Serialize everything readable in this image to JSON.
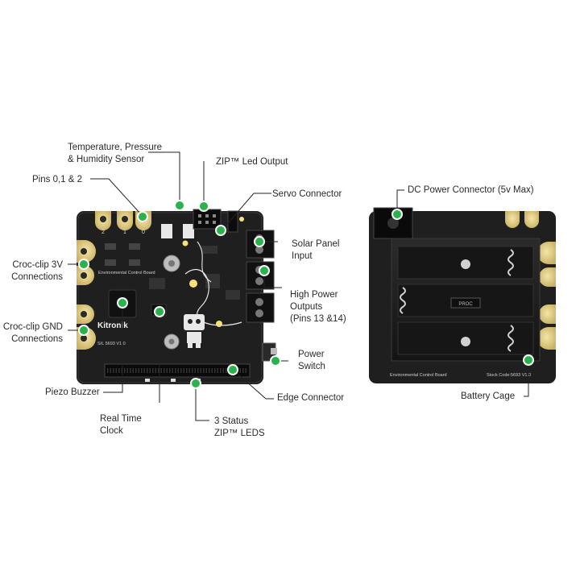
{
  "labels": {
    "temp_sensor": "Temperature, Pressure\n& Humidity Sensor",
    "zip_output": "ZIP™ Led Output",
    "pins": "Pins 0,1 & 2",
    "servo": "Servo Connector",
    "solar": "Solar Panel\nInput",
    "croc_3v": "Croc-clip 3V\nConnections",
    "high_power": "High Power\nOutputs\n(Pins 13 &14)",
    "croc_gnd": "Croc-clip GND\nConnections",
    "power_switch": "Power\nSwitch",
    "piezo": "Piezo Buzzer",
    "edge": "Edge Connector",
    "rtc": "Real Time\nClock",
    "status_leds": "3 Status\nZIP™ LEDS",
    "dc_power": "DC Power Connector (5v Max)",
    "battery": "Battery Cage"
  },
  "board_text": {
    "brand": "Kitronik",
    "title": "Environmental Control Board",
    "code": "S/L 5693 V1.0",
    "pin0": "0",
    "pin1": "1",
    "pin2": "2",
    "back_title": "Environmental Control Board",
    "back_code": "Stock Code:5693 V1.0",
    "cage_mark": "PROC"
  },
  "colors": {
    "accent": "#2bb24c",
    "board": "#1e1e1e",
    "pad": "#e3d084",
    "leader": "#222222"
  }
}
